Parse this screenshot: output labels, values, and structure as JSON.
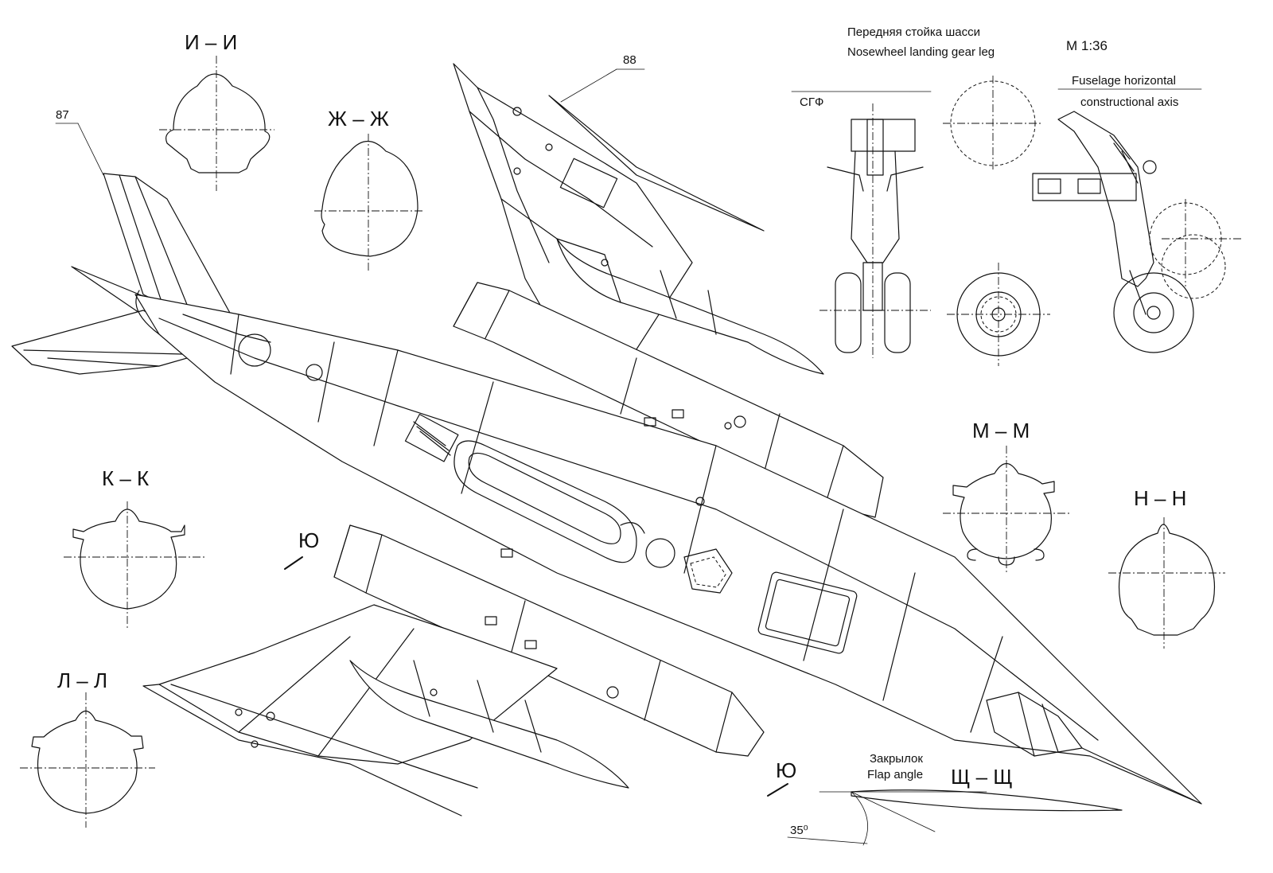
{
  "scale": "М 1:36",
  "nose_gear": {
    "title_ru": "Передняя стойка шасси",
    "title_en": "Nosewheel landing gear leg",
    "sgf_label": "СГФ",
    "axis_label_line1": "Fuselage horizontal",
    "axis_label_line2": "constructional axis"
  },
  "callouts": {
    "c87": "87",
    "c88": "88"
  },
  "sections": {
    "i": "И – И",
    "zh": "Ж – Ж",
    "k": "К – К",
    "l": "Л – Л",
    "m": "М – М",
    "n": "Н – Н",
    "shch": "Щ – Щ",
    "yu": "Ю"
  },
  "flap": {
    "label_ru": "Закрылок",
    "label_en": "Flap angle",
    "angle": "35⁰"
  },
  "icons": [
    "aircraft-plan-view",
    "section-profile",
    "landing-gear",
    "wheel"
  ]
}
